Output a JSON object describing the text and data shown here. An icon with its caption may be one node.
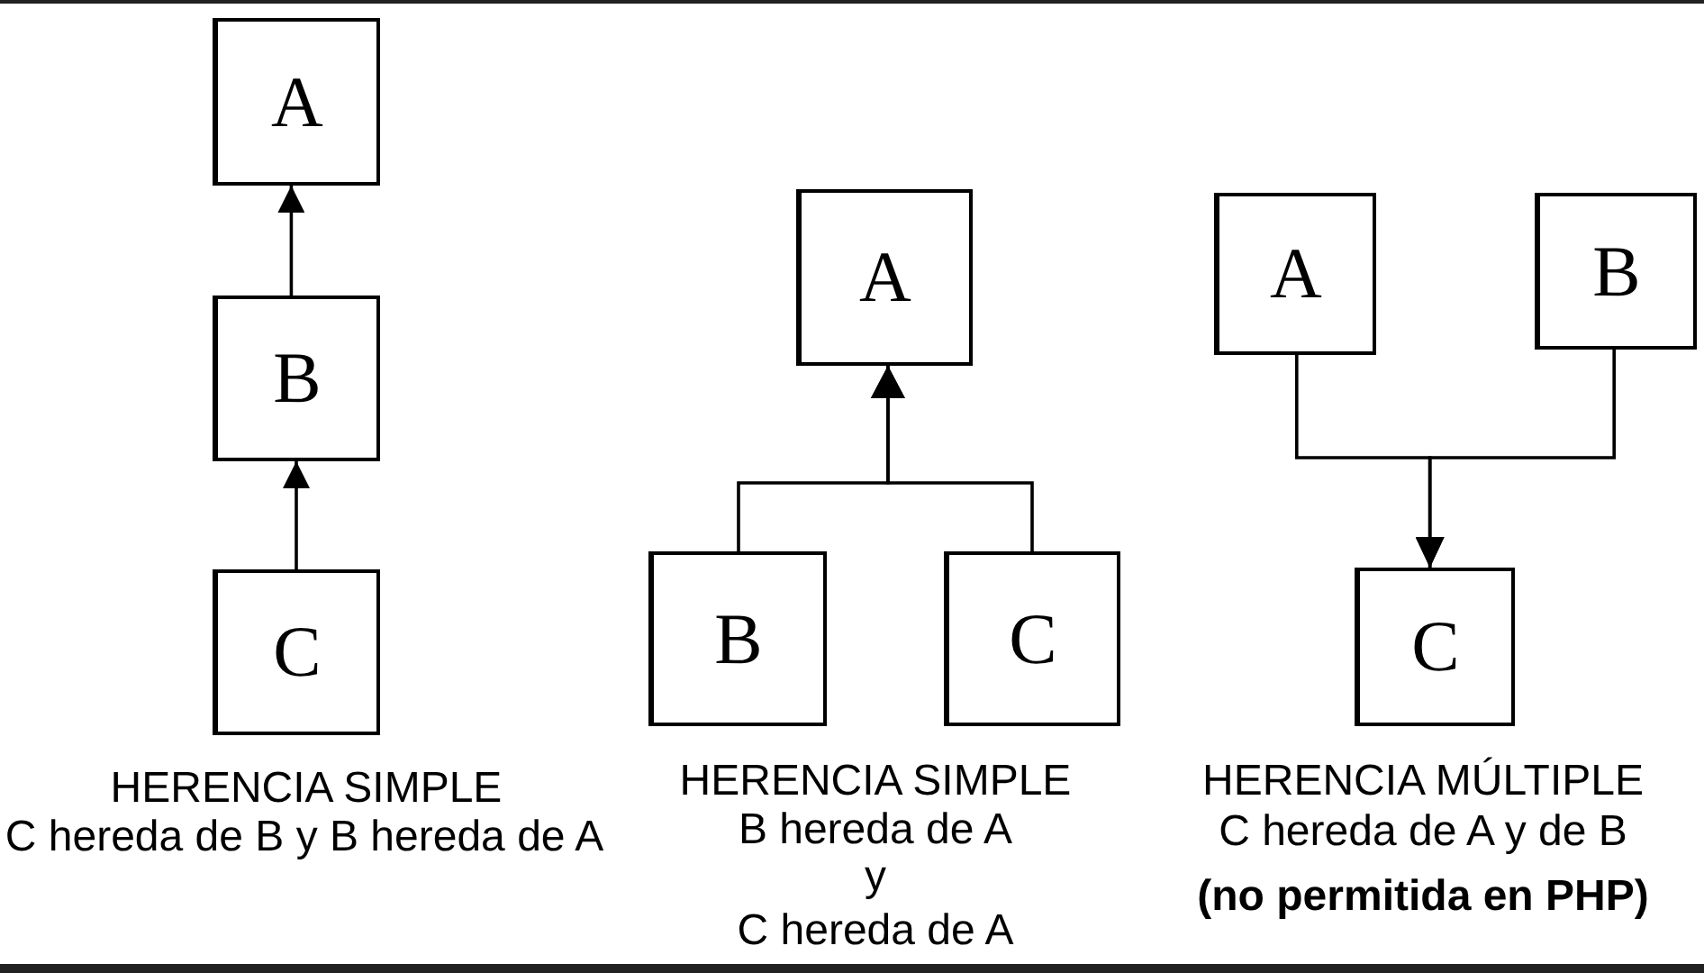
{
  "diagram": {
    "nodes": [
      {
        "text": [
          "A"
        ]
      },
      {
        "text": [
          "B"
        ]
      },
      {
        "text": [
          "C"
        ]
      },
      {
        "text": [
          "A"
        ]
      },
      {
        "text": [
          "B"
        ]
      },
      {
        "text": [
          "C"
        ]
      },
      {
        "text": [
          "A"
        ]
      },
      {
        "text": [
          "B"
        ]
      },
      {
        "text": [
          "C"
        ]
      }
    ],
    "edges": [
      {
        "from": 1,
        "to": 0,
        "arrow": "to"
      },
      {
        "from": 2,
        "to": 1,
        "arrow": "to"
      },
      {
        "from": 4,
        "to": 3,
        "arrow": "to"
      },
      {
        "from": 5,
        "to": 3,
        "arrow": "to"
      },
      {
        "from": 6,
        "to": 8,
        "arrow": "to"
      },
      {
        "from": 7,
        "to": 8,
        "arrow": "to"
      }
    ],
    "labels": [
      "HERENCIA SIMPLE",
      "C hereda de B y B hereda de A",
      "HERENCIA SIMPLE",
      "B hereda de A",
      "y",
      "C hereda de A",
      "HERENCIA MÚLTIPLE",
      "C hereda de A y de B",
      "(no permitida en PHP)"
    ]
  }
}
